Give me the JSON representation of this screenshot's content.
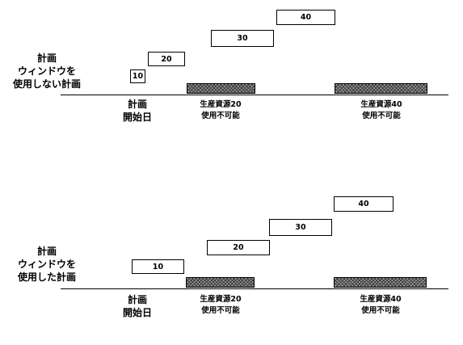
{
  "top": {
    "side_label_line1": "計画",
    "side_label_line2": "ウィンドウを",
    "side_label_line3": "使用しない計画",
    "start_line1": "計画",
    "start_line2": "開始日",
    "blocks": [
      "10",
      "20",
      "30",
      "40"
    ],
    "resource1_line1": "生産資源20",
    "resource1_line2": "使用不可能",
    "resource2_line1": "生産資源40",
    "resource2_line2": "使用不可能"
  },
  "bottom": {
    "side_label_line1": "計画",
    "side_label_line2": "ウィンドウを",
    "side_label_line3": "使用した計画",
    "start_line1": "計画",
    "start_line2": "開始日",
    "blocks": [
      "10",
      "20",
      "30",
      "40"
    ],
    "resource1_line1": "生産資源20",
    "resource1_line2": "使用不可能",
    "resource2_line1": "生産資源40",
    "resource2_line2": "使用不可能"
  }
}
